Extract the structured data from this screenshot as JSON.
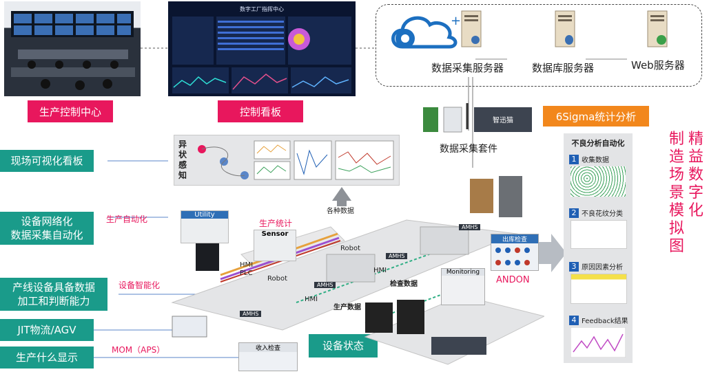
{
  "labels": {
    "control_center": "生产控制中心",
    "control_board": "控制看板",
    "onsite_board": "现场可视化看板",
    "device_network": "设备网络化\n数据采集自动化",
    "line_capability": "产线设备具备数据\n加工和判断能力",
    "jit": "JIT物流/AGV",
    "what_to_produce": "生产什么显示",
    "device_status": "设备状态",
    "sigma": "6Sigma统计分析"
  },
  "servers": {
    "collect": "数据采集服务器",
    "database": "数据库服务器",
    "web": "Web服务器"
  },
  "annotations": {
    "prod_auto": "生产自动化",
    "prod_stats": "生产统计",
    "device_smart": "设备智能化",
    "mom": "MOM（APS）",
    "kit": "数据采集套件",
    "andon": "ANDON",
    "various": "各种数据",
    "abnormal": "异状感知",
    "utility": "Utility",
    "sensor": "Sensor",
    "hmi_plc": "HMI\nPLC",
    "robot1": "Robot",
    "robot2": "Robot",
    "hmi1": "HMI",
    "hmi2": "HMI",
    "amhs1": "AMHS",
    "amhs2": "AMHS",
    "amhs3": "AMHS",
    "amhs4": "AMHS",
    "prod_data": "生产数据",
    "inspect_data": "检查数据",
    "monitoring": "Monitoring",
    "out_inspect": "出库检查",
    "in_inspect": "收入检查",
    "device_brand": "智迅猫",
    "dash_title": "数字工厂指挥中心"
  },
  "title_vertical": {
    "col1": "精益数字化",
    "col2": "制造场景模拟图"
  },
  "sigma_panel": {
    "title": "不良分析自动化",
    "steps": [
      {
        "num": "1",
        "label": "收集数据"
      },
      {
        "num": "2",
        "label": "不良花纹分类"
      },
      {
        "num": "3",
        "label": "原因因素分析"
      },
      {
        "num": "4",
        "label": "Feedback结果"
      }
    ]
  },
  "colors": {
    "pink": "#e8175d",
    "green": "#1a9b8a",
    "orange": "#f2871c",
    "blue": "#1f5fb4"
  }
}
